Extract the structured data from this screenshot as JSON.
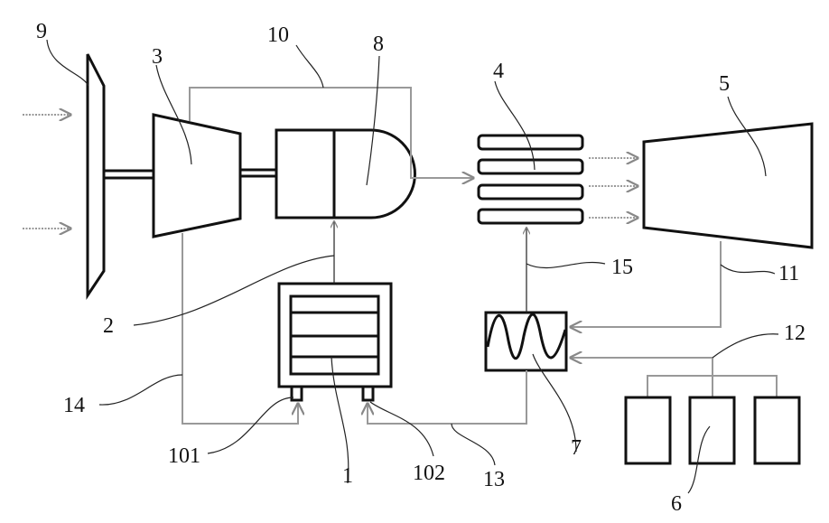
{
  "diagram": {
    "type": "patent-schematic",
    "labels": {
      "l1": "1",
      "l2": "2",
      "l3": "3",
      "l4": "4",
      "l5": "5",
      "l6": "6",
      "l7": "7",
      "l8": "8",
      "l9": "9",
      "l10": "10",
      "l11": "11",
      "l12": "12",
      "l13": "13",
      "l14": "14",
      "l15": "15",
      "l101": "101",
      "l102": "102"
    },
    "components": [
      {
        "id": "1",
        "name": "stacked-unit-in-housing"
      },
      {
        "id": "2",
        "name": "line-from-unit-1-to-unit-8"
      },
      {
        "id": "3",
        "name": "compressor"
      },
      {
        "id": "4",
        "name": "plate-stack"
      },
      {
        "id": "5",
        "name": "turbine"
      },
      {
        "id": "6",
        "name": "three-boxes-group"
      },
      {
        "id": "7",
        "name": "wave-box"
      },
      {
        "id": "8",
        "name": "motor-unit"
      },
      {
        "id": "9",
        "name": "intake-plate"
      },
      {
        "id": "10",
        "name": "line-compressor-to-stack"
      },
      {
        "id": "11",
        "name": "line-turbine-to-wave-box"
      },
      {
        "id": "12",
        "name": "line-boxes-to-wave-box"
      },
      {
        "id": "13",
        "name": "line-wave-box-to-port-102"
      },
      {
        "id": "14",
        "name": "line-compressor-to-port-101"
      },
      {
        "id": "15",
        "name": "line-wave-box-to-stack"
      },
      {
        "id": "101",
        "name": "port-101"
      },
      {
        "id": "102",
        "name": "port-102"
      }
    ]
  }
}
